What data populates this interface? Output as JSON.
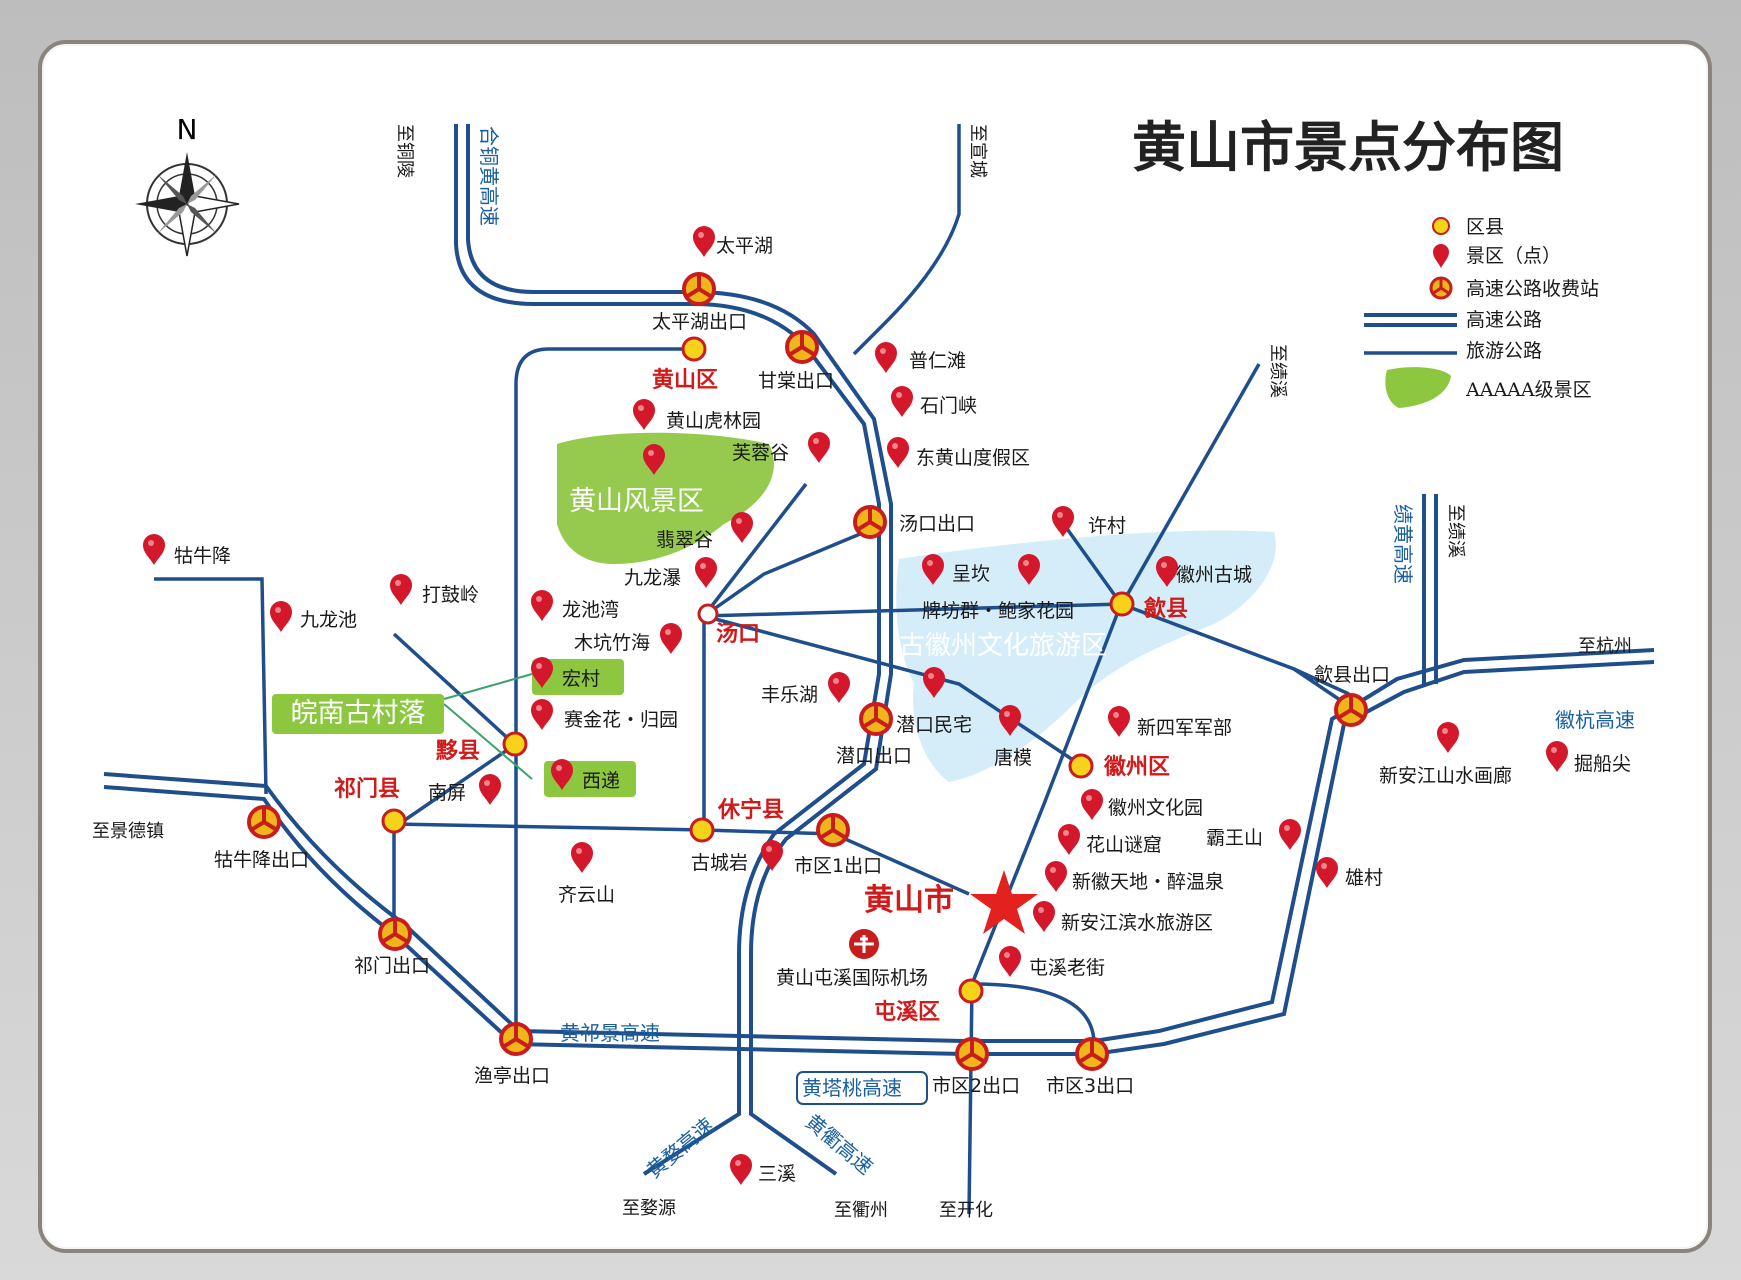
{
  "title": "黄山市景点分布图",
  "compass": {
    "north_label": "N"
  },
  "legend": {
    "items": [
      {
        "label": "区县",
        "icon": "county-dot-icon"
      },
      {
        "label": "景区（点）",
        "icon": "scenic-pin-icon"
      },
      {
        "label": "高速公路收费站",
        "icon": "toll-station-icon"
      },
      {
        "label": "高速公路",
        "icon": "expressway-line-icon"
      },
      {
        "label": "旅游公路",
        "icon": "tourist-road-line-icon"
      },
      {
        "label": "AAAAA级景区",
        "icon": "5a-area-icon"
      }
    ]
  },
  "colors": {
    "road": "#1f4e8c",
    "pin": "#d4182c",
    "county": "#f6d21a",
    "toll": "#f0b51a",
    "green_area": "#8dc63f",
    "culture_area": "#d3ecf8",
    "city_star": "#e3221f"
  },
  "areas": {
    "huangshan_scenic": "黄山风景区",
    "ancient_villages": "皖南古村落",
    "culture_zone": "古徽州文化旅游区"
  },
  "counties": {
    "huangshan_qu": "黄山区",
    "yi_xian": "黟县",
    "qimen_xian": "祁门县",
    "xiuning_xian": "休宁县",
    "huizhou_qu": "徽州区",
    "she_xian": "歙县",
    "tunxi_qu": "屯溪区",
    "city": "黄山市",
    "tangkou": "汤口"
  },
  "scenic": {
    "taipinghu": "太平湖",
    "purentan": "普仁滩",
    "shimenxia": "石门峡",
    "huanglinyuan": "黄山虎林园",
    "furonggu": "芙蓉谷",
    "donghuangshan": "东黄山度假区",
    "feicuigu": "翡翠谷",
    "jiulongpu": "九龙瀑",
    "gulongjiang": "牯牛降",
    "jiulongchi": "九龙池",
    "dagulin": "打鼓岭",
    "longchiwan": "龙池湾",
    "mukengzhuhai": "木坑竹海",
    "hongcun": "宏村",
    "saijinhua": "赛金花・归园",
    "xidi": "西递",
    "nanping": "南屏",
    "qiyunshan": "齐云山",
    "guchengyan": "古城岩",
    "fengyuehu": "丰乐湖",
    "chengkan": "呈坎",
    "paifang": "牌坊群・鲍家花园",
    "xucun": "许村",
    "huizhougucheng": "徽州古城",
    "qiankouminzhai": "潜口民宅",
    "tangmo": "唐模",
    "xinsijun": "新四军军部",
    "huizhouwenhuayuan": "徽州文化园",
    "huashanmiku": "花山谜窟",
    "xinhuitiandi": "新徽天地・醉温泉",
    "xinanjiangbinshui": "新安江滨水旅游区",
    "tunxilaojie": "屯溪老街",
    "bawangshan": "霸王山",
    "xiongcun": "雄村",
    "xinanjiangshanshui": "新安江山水画廊",
    "zhuochuanjian": "掘船尖",
    "sanxi": "三溪",
    "airport": "黄山屯溪国际机场"
  },
  "exits": {
    "taipinghu_exit": "太平湖出口",
    "gantang_exit": "甘棠出口",
    "tangkou_exit": "汤口出口",
    "qiankou_exit": "潜口出口",
    "shiqu1_exit": "市区1出口",
    "shiqu2_exit": "市区2出口",
    "shiqu3_exit": "市区3出口",
    "gulongjiang_exit": "牯牛降出口",
    "qimen_exit": "祁门出口",
    "yuting_exit": "渔亭出口",
    "shexian_exit": "歙县出口"
  },
  "highways": {
    "hetong": "合铜黄高速",
    "jihuang": "绩黄高速",
    "huihang": "徽杭高速",
    "huangqijing": "黄祁景高速",
    "huangtawan": "黄塔桃高速",
    "huangwu": "黄婺高速",
    "huangqu": "黄衢高速"
  },
  "directions": {
    "tongling": "至铜陵",
    "xuancheng": "至宣城",
    "jixi_1": "至绩溪",
    "jixi_2": "至绩溪",
    "hangzhou": "至杭州",
    "jingdezhen": "至景德镇",
    "wuyuan": "至婺源",
    "quzhou": "至衢州",
    "kaihua": "至开化"
  }
}
